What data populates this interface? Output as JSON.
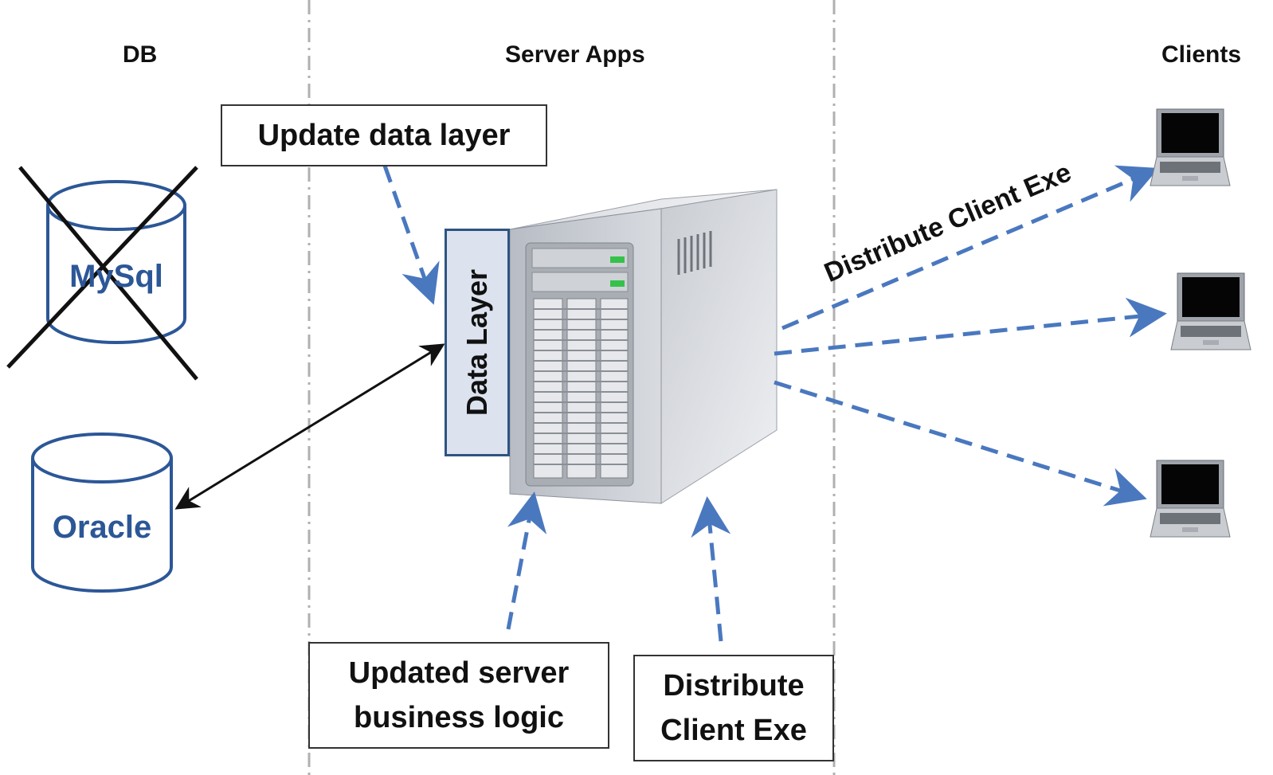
{
  "headers": {
    "db": "DB",
    "server": "Server Apps",
    "clients": "Clients"
  },
  "databases": {
    "mysql": "MySql",
    "oracle": "Oracle"
  },
  "boxes": {
    "update_data_layer": "Update data layer",
    "updated_logic_line1": "Updated server",
    "updated_logic_line2": "business logic",
    "distribute_line1": "Distribute",
    "distribute_line2": "Client Exe"
  },
  "data_layer": "Data Layer",
  "arrow_label": "Distribute Client Exe",
  "colors": {
    "accent": "#4a78bf",
    "db_text": "#2c5797",
    "data_layer_fill": "#dce3ee",
    "data_layer_border": "#2e5482"
  }
}
